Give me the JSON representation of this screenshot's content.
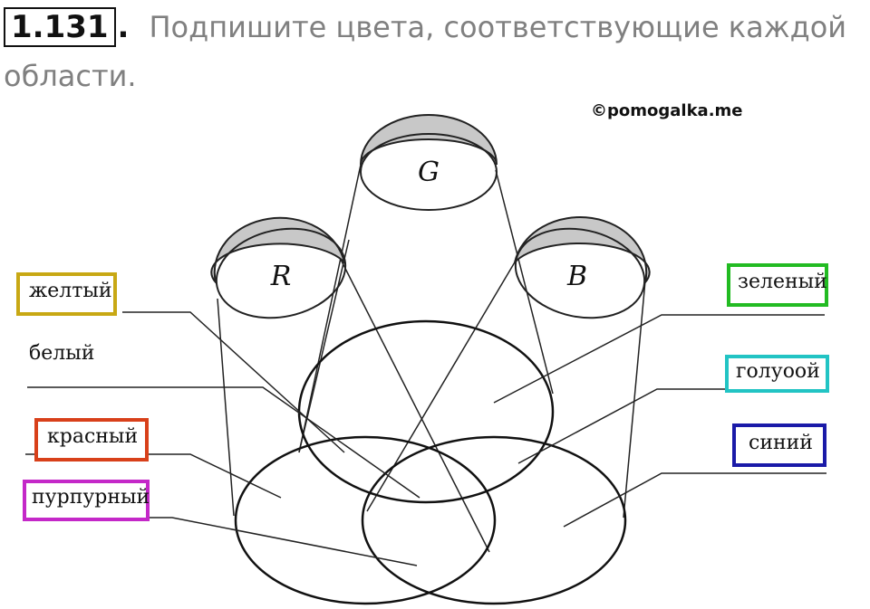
{
  "task": {
    "number": "1.131",
    "number_suffix": ".",
    "text_line1": "Подпишите цвета, соответствующие каждой",
    "text_line2": "области."
  },
  "watermark": "©pomogalka.me",
  "lights": {
    "red": "R",
    "green": "G",
    "blue": "B"
  },
  "labels": {
    "yellow": "желтый",
    "white": "белый",
    "red": "красный",
    "magenta": "пурпурный",
    "green": "зеленый",
    "cyan": "голуоой",
    "blue": "синий"
  },
  "colors": {
    "yellow_frame": "#c8a814",
    "red_frame": "#d8401a",
    "magenta_frame": "#c428c8",
    "green_frame": "#22bb22",
    "cyan_frame": "#22c4c4",
    "blue_frame": "#1a1aa8",
    "lamp_shade": "#c8c8c8",
    "line": "#222222"
  }
}
